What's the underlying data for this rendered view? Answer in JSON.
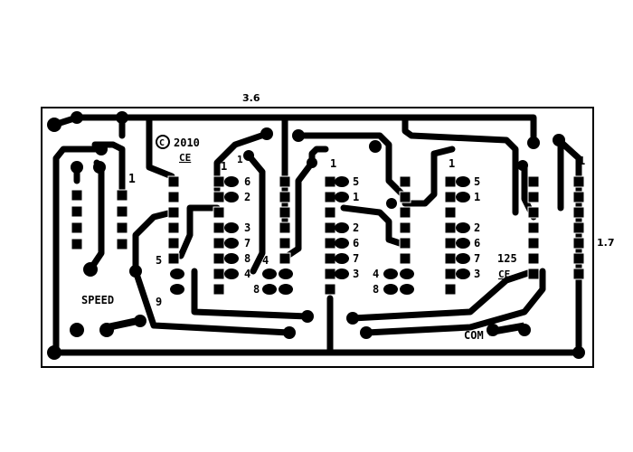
{
  "board": {
    "dimensions": {
      "width_label": "3.6",
      "height_label": "1.7"
    },
    "copyright": "2010",
    "initials": "CE",
    "revision": {
      "number": "125",
      "initials": "CE"
    },
    "labels": {
      "speed": "SPEED",
      "common": "COM"
    },
    "digit_labels": [
      "1",
      "6",
      "2",
      "3",
      "7",
      "8",
      "4",
      "5",
      "9",
      "1",
      "5",
      "1",
      "2",
      "6",
      "7",
      "3",
      "4",
      "8",
      "1",
      "5",
      "1",
      "2",
      "6",
      "7",
      "3",
      "4",
      "8",
      "1"
    ],
    "colors": {
      "copper": "#000000",
      "substrate": "#ffffff"
    }
  }
}
